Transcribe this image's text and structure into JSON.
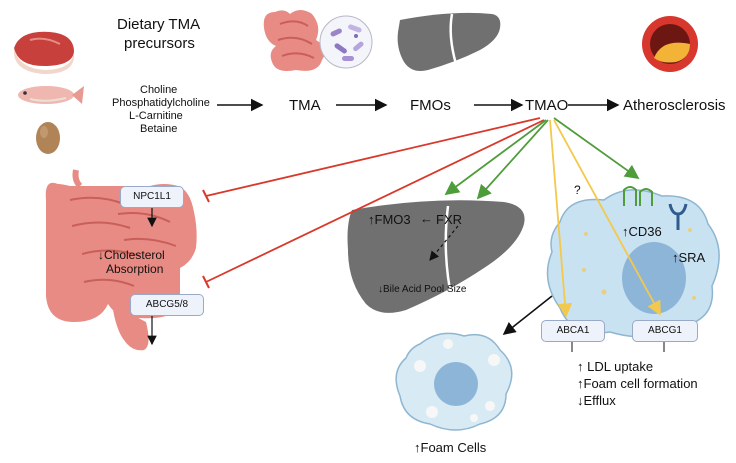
{
  "precursors": {
    "title_line1": "Dietary TMA",
    "title_line2": "precursors",
    "list": [
      "Choline",
      "Phosphatidylcholine",
      "L-Carnitine",
      "Betaine"
    ]
  },
  "pathway": {
    "tma": "TMA",
    "fmos": "FMOs",
    "tmao": "TMAO",
    "outcome": "Atherosclerosis"
  },
  "intestine": {
    "transporter_top": "NPC1L1",
    "transporter_bottom": "ABCG5/8",
    "effect_line1": "↓Cholesterol",
    "effect_line2": "Absorption"
  },
  "liver_lower": {
    "fmo3": "↑FMO3",
    "fxr": "FXR",
    "bile_acid": "↓Bile Acid Pool Size"
  },
  "macrophage": {
    "question": "?",
    "cd36": "↑CD36",
    "sra": "↑SRA",
    "abca1": "ABCA1",
    "abcg1": "ABCG1",
    "effects": [
      "↑ LDL uptake",
      "↑Foam cell formation",
      "↓Efflux"
    ]
  },
  "foam_cells": {
    "label": "↑Foam Cells"
  },
  "colors": {
    "inhibit_red": "#d9392b",
    "promote_green": "#4f9c3a",
    "yellow_arrow": "#f2c94c",
    "liver_gray": "#707070",
    "intestine_pink": "#e88b84",
    "macrophage_blue": "#c9e2f1"
  }
}
